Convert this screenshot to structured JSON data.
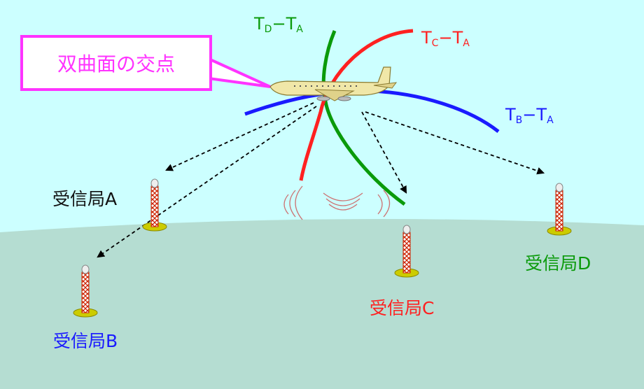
{
  "callout": {
    "text": "双曲面の交点"
  },
  "curves": [
    {
      "id": "d",
      "parts": [
        "T",
        "D",
        "−T",
        "A"
      ],
      "color": "#0a9a0a"
    },
    {
      "id": "c",
      "parts": [
        "T",
        "C",
        "−T",
        "A"
      ],
      "color": "#ff2020"
    },
    {
      "id": "b",
      "parts": [
        "T",
        "B",
        "−T",
        "A"
      ],
      "color": "#1a1aff"
    }
  ],
  "stations": {
    "a": {
      "label": "受信局A",
      "color": "#111111"
    },
    "b": {
      "label": "受信局B",
      "color": "#1a1aff"
    },
    "c": {
      "label": "受信局C",
      "color": "#ff2020"
    },
    "d": {
      "label": "受信局D",
      "color": "#0a9a0a"
    }
  },
  "colors": {
    "sky": "#ccffff",
    "ground": "#b5ddd2",
    "callout_border": "#ff33ff"
  }
}
